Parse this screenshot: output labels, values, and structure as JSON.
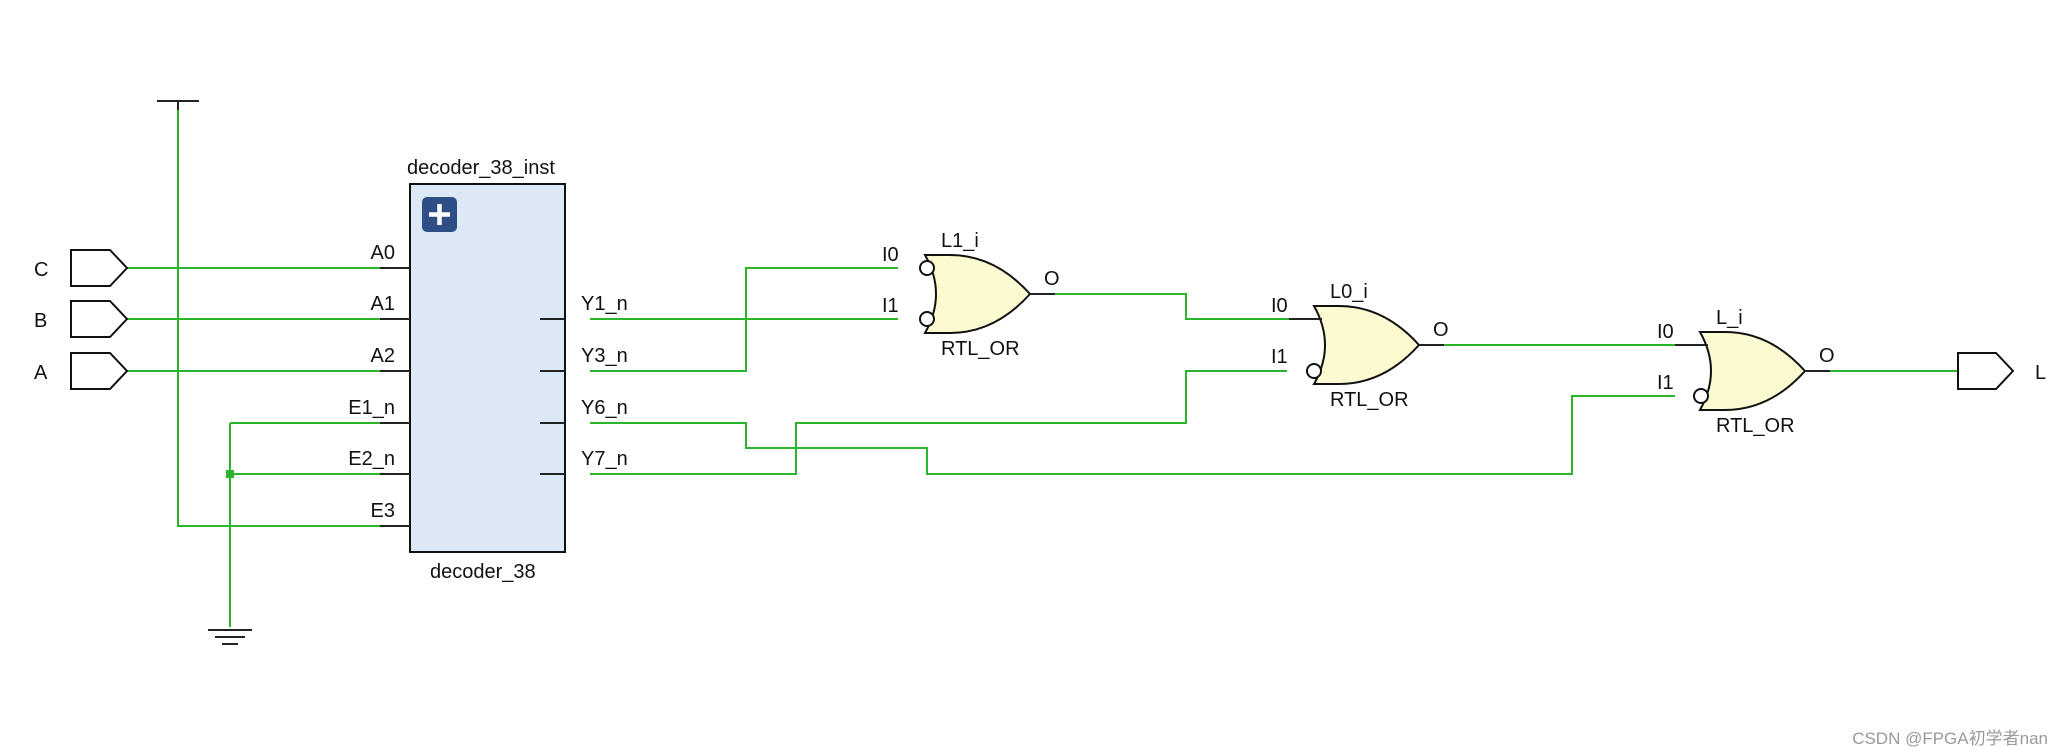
{
  "inputs": [
    "C",
    "B",
    "A"
  ],
  "output": "L",
  "decoder": {
    "instance_name": "decoder_38_inst",
    "module_name": "decoder_38",
    "expand_symbol": "+",
    "left_pins": [
      "A0",
      "A1",
      "A2",
      "E1_n",
      "E2_n",
      "E3"
    ],
    "right_pins": [
      "Y1_n",
      "Y3_n",
      "Y6_n",
      "Y7_n"
    ]
  },
  "gates": [
    {
      "instance": "L1_i",
      "type": "RTL_OR",
      "in0": "I0",
      "in1": "I1",
      "out": "O"
    },
    {
      "instance": "L0_i",
      "type": "RTL_OR",
      "in0": "I0",
      "in1": "I1",
      "out": "O"
    },
    {
      "instance": "L_i",
      "type": "RTL_OR",
      "in0": "I0",
      "in1": "I1",
      "out": "O"
    }
  ],
  "colors": {
    "wire": "#2bb52b",
    "gate_fill": "#fbfad0",
    "block_fill": "#dde8f6",
    "expand_button": "#2e4f86"
  },
  "watermark": "CSDN @FPGA初学者nan"
}
